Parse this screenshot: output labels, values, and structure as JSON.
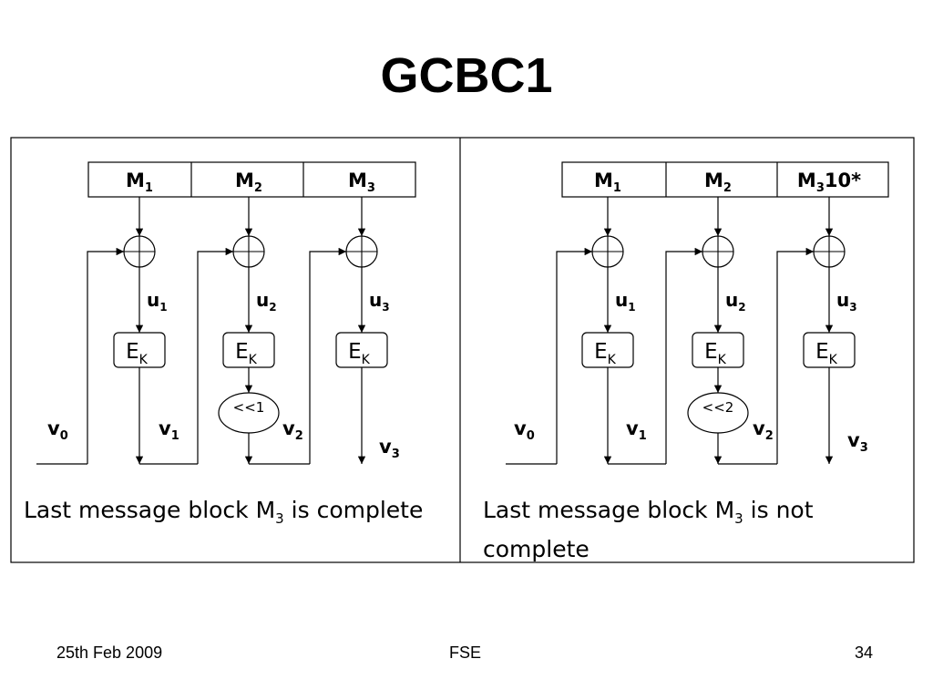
{
  "slide": {
    "title": "GCBC1"
  },
  "panels": [
    {
      "blocks": [
        {
          "main": "M",
          "sub": "1",
          "suffix": ""
        },
        {
          "main": "M",
          "sub": "2",
          "suffix": ""
        },
        {
          "main": "M",
          "sub": "3",
          "suffix": ""
        }
      ],
      "u_labels": [
        "1",
        "2",
        "3"
      ],
      "enc_label": {
        "main": "E",
        "sub": "K"
      },
      "shift_label": "<<1",
      "v_labels": [
        "0",
        "1",
        "2",
        "3"
      ],
      "caption": {
        "before": "Last message block M",
        "sub": "3",
        "after": " is complete",
        "line2": ""
      }
    },
    {
      "blocks": [
        {
          "main": "M",
          "sub": "1",
          "suffix": ""
        },
        {
          "main": "M",
          "sub": "2",
          "suffix": ""
        },
        {
          "main": "M",
          "sub": "3",
          "suffix": "10*"
        }
      ],
      "u_labels": [
        "1",
        "2",
        "3"
      ],
      "enc_label": {
        "main": "E",
        "sub": "K"
      },
      "shift_label": "<<2",
      "v_labels": [
        "0",
        "1",
        "2",
        "3"
      ],
      "caption": {
        "before": "Last message block M",
        "sub": "3",
        "after": " is not",
        "line2": "complete"
      }
    }
  ],
  "footer": {
    "date": "25th Feb 2009",
    "center": "FSE",
    "page": "34"
  }
}
